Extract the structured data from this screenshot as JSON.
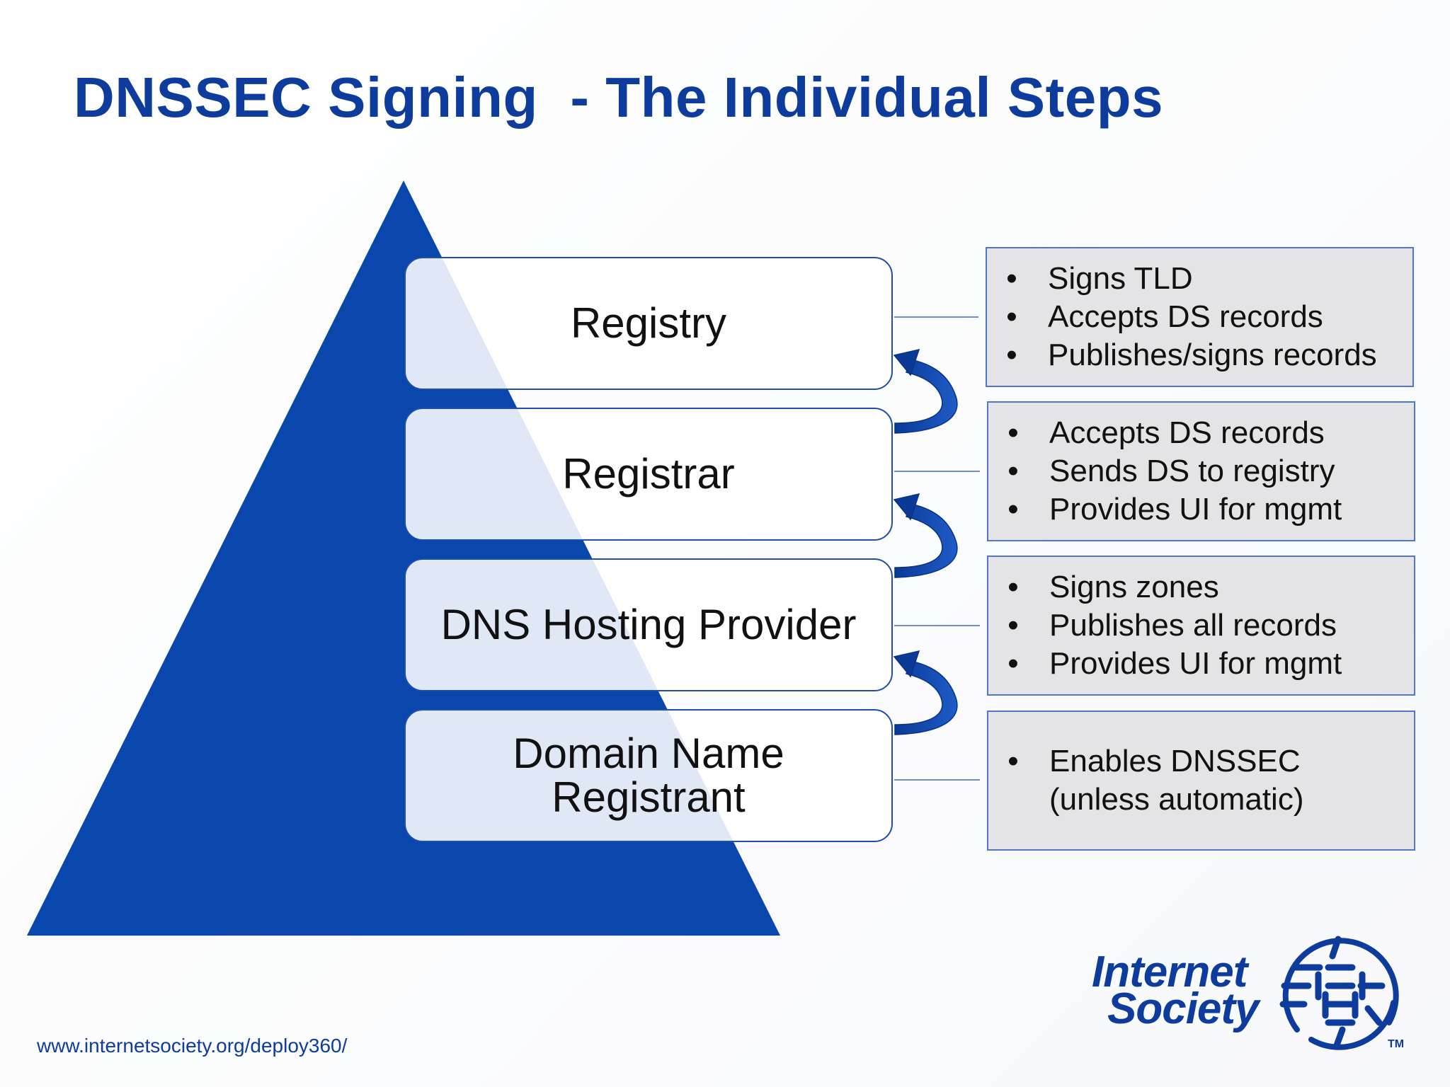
{
  "slide": {
    "title": "DNSSEC Signing  - The Individual Steps",
    "footer_url": "www.internetsociety.org/deploy360/"
  },
  "roles": [
    {
      "label": "Registry"
    },
    {
      "label": "Registrar"
    },
    {
      "label": "DNS Hosting Provider"
    },
    {
      "label": "Domain Name\nRegistrant"
    }
  ],
  "responsibilities": [
    {
      "items": [
        "Signs TLD",
        "Accepts DS records",
        "Publishes/signs records"
      ]
    },
    {
      "items": [
        "Accepts DS records",
        "Sends DS to registry",
        "Provides UI for mgmt"
      ]
    },
    {
      "items": [
        "Signs zones",
        "Publishes all records",
        "Provides UI for mgmt"
      ]
    },
    {
      "items": [
        "Enables DNSSEC\n(unless automatic)"
      ]
    }
  ],
  "bullet_char": "•",
  "logo": {
    "line1": "Internet",
    "line2": "Society",
    "trademark": "TM"
  },
  "icons": [
    "pyramid-shape",
    "curved-up-arrow",
    "connector-line",
    "globe-logo-icon"
  ],
  "colors": {
    "brand_blue": "#0d3c9c",
    "pyramid_blue": "#0a47ad",
    "box_border": "#1f4ea8",
    "info_fill": "#e4e4e6",
    "info_border": "#4f78c4"
  }
}
